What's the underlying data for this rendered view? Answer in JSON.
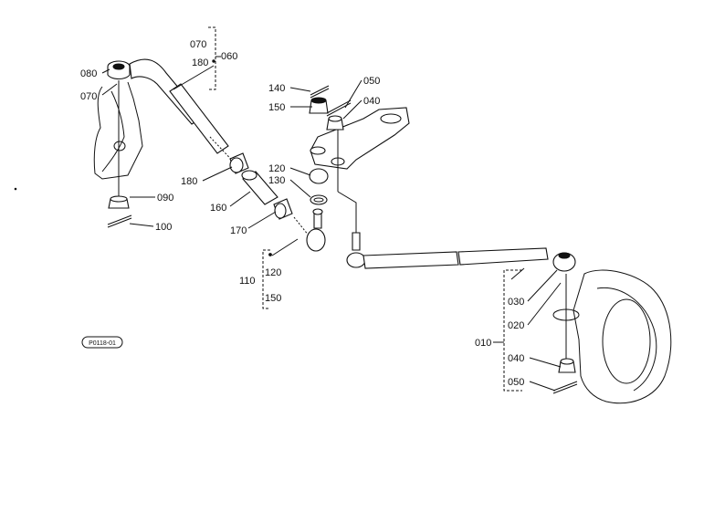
{
  "diagram": {
    "code": "P0118-01",
    "callouts": [
      {
        "id": "c010",
        "text": "010"
      },
      {
        "id": "c020",
        "text": "020"
      },
      {
        "id": "c030",
        "text": "030"
      },
      {
        "id": "c040a",
        "text": "040"
      },
      {
        "id": "c040b",
        "text": "040"
      },
      {
        "id": "c050a",
        "text": "050"
      },
      {
        "id": "c050b",
        "text": "050"
      },
      {
        "id": "c060",
        "text": "060"
      },
      {
        "id": "c070a",
        "text": "070"
      },
      {
        "id": "c070b",
        "text": "070"
      },
      {
        "id": "c080",
        "text": "080"
      },
      {
        "id": "c090",
        "text": "090"
      },
      {
        "id": "c100",
        "text": "100"
      },
      {
        "id": "c110",
        "text": "110"
      },
      {
        "id": "c120a",
        "text": "120"
      },
      {
        "id": "c120b",
        "text": "120"
      },
      {
        "id": "c130",
        "text": "130"
      },
      {
        "id": "c140",
        "text": "140"
      },
      {
        "id": "c150a",
        "text": "150"
      },
      {
        "id": "c150b",
        "text": "150"
      },
      {
        "id": "c160",
        "text": "160"
      },
      {
        "id": "c170",
        "text": "170"
      },
      {
        "id": "c180a",
        "text": "180"
      },
      {
        "id": "c180b",
        "text": "180"
      }
    ]
  }
}
